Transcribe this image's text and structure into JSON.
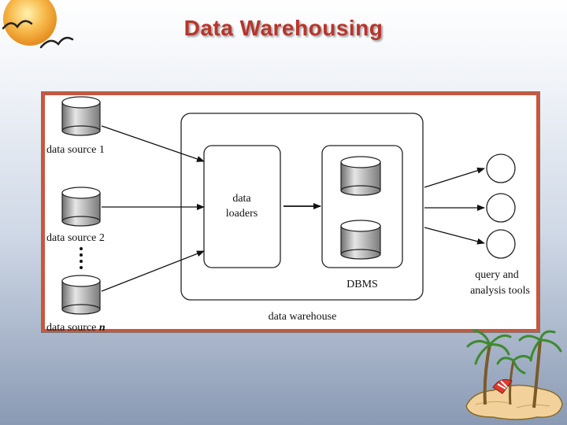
{
  "slide": {
    "title": "Data Warehousing"
  },
  "diagram": {
    "sources": [
      {
        "label": "data source 1"
      },
      {
        "label": "data source 2"
      },
      {
        "label_prefix": "data source ",
        "label_var": "n"
      }
    ],
    "loaders_label_line1": "data",
    "loaders_label_line2": "loaders",
    "dbms_label": "DBMS",
    "warehouse_label": "data warehouse",
    "tools_label_line1": "query and",
    "tools_label_line2": "analysis tools"
  },
  "colors": {
    "title": "#b8352a",
    "frame_border": "#c8573f",
    "cylinder_gray": "#9a9a9a"
  },
  "icons": [
    "sun-birds-logo",
    "palm-island-clipart"
  ]
}
